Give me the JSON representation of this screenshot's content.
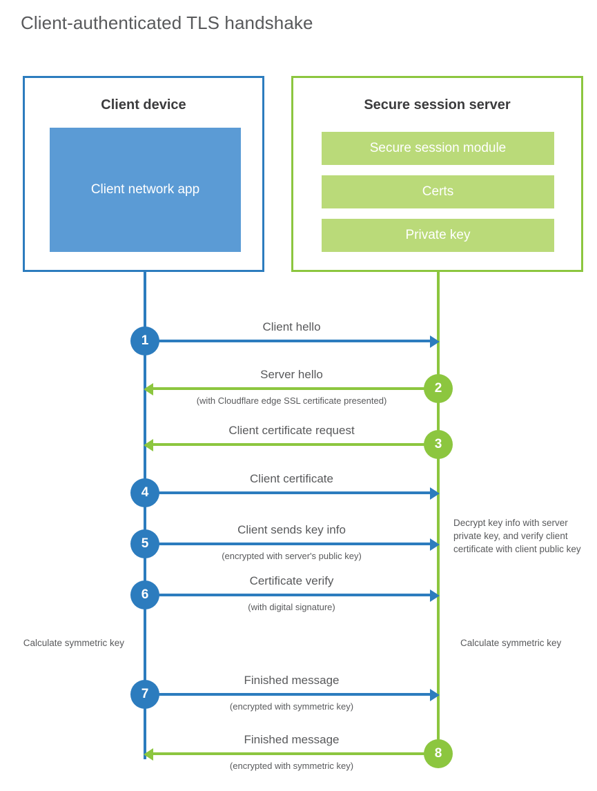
{
  "title": "Client-authenticated TLS handshake",
  "colors": {
    "blue_stroke": "#2c7cbe",
    "green_stroke": "#8cc63f",
    "blue_fill": "#5b9bd5",
    "green_fill": "#bada79",
    "text": "#58595b",
    "heading": "#3b3b3d"
  },
  "client": {
    "title": "Client device",
    "app_label": "Client network app"
  },
  "server": {
    "title": "Secure session server",
    "blocks": [
      {
        "label": "Secure session module"
      },
      {
        "label": "Certs"
      },
      {
        "label": "Private key"
      }
    ]
  },
  "steps": [
    {
      "number": "1",
      "label": "Client hello",
      "sublabel": "",
      "direction": "right",
      "color": "blue"
    },
    {
      "number": "2",
      "label": "Server hello",
      "sublabel": "(with Cloudflare edge SSL certificate presented)",
      "direction": "left",
      "color": "green"
    },
    {
      "number": "3",
      "label": "Client certificate request",
      "sublabel": "",
      "direction": "left",
      "color": "green"
    },
    {
      "number": "4",
      "label": "Client certificate",
      "sublabel": "",
      "direction": "right",
      "color": "blue"
    },
    {
      "number": "5",
      "label": "Client sends key info",
      "sublabel": "(encrypted with server's public key)",
      "direction": "right",
      "color": "blue"
    },
    {
      "number": "6",
      "label": "Certificate verify",
      "sublabel": "(with digital signature)",
      "direction": "right",
      "color": "blue"
    },
    {
      "number": "7",
      "label": "Finished message",
      "sublabel": "(encrypted with symmetric key)",
      "direction": "right",
      "color": "blue"
    },
    {
      "number": "8",
      "label": "Finished message",
      "sublabel": "(encrypted with symmetric key)",
      "direction": "left",
      "color": "green"
    }
  ],
  "notes": {
    "decrypt": "Decrypt key info with server private key, and verify client certificate with client public key",
    "calculate_client": "Calculate symmetric key",
    "calculate_server": "Calculate symmetric key"
  }
}
